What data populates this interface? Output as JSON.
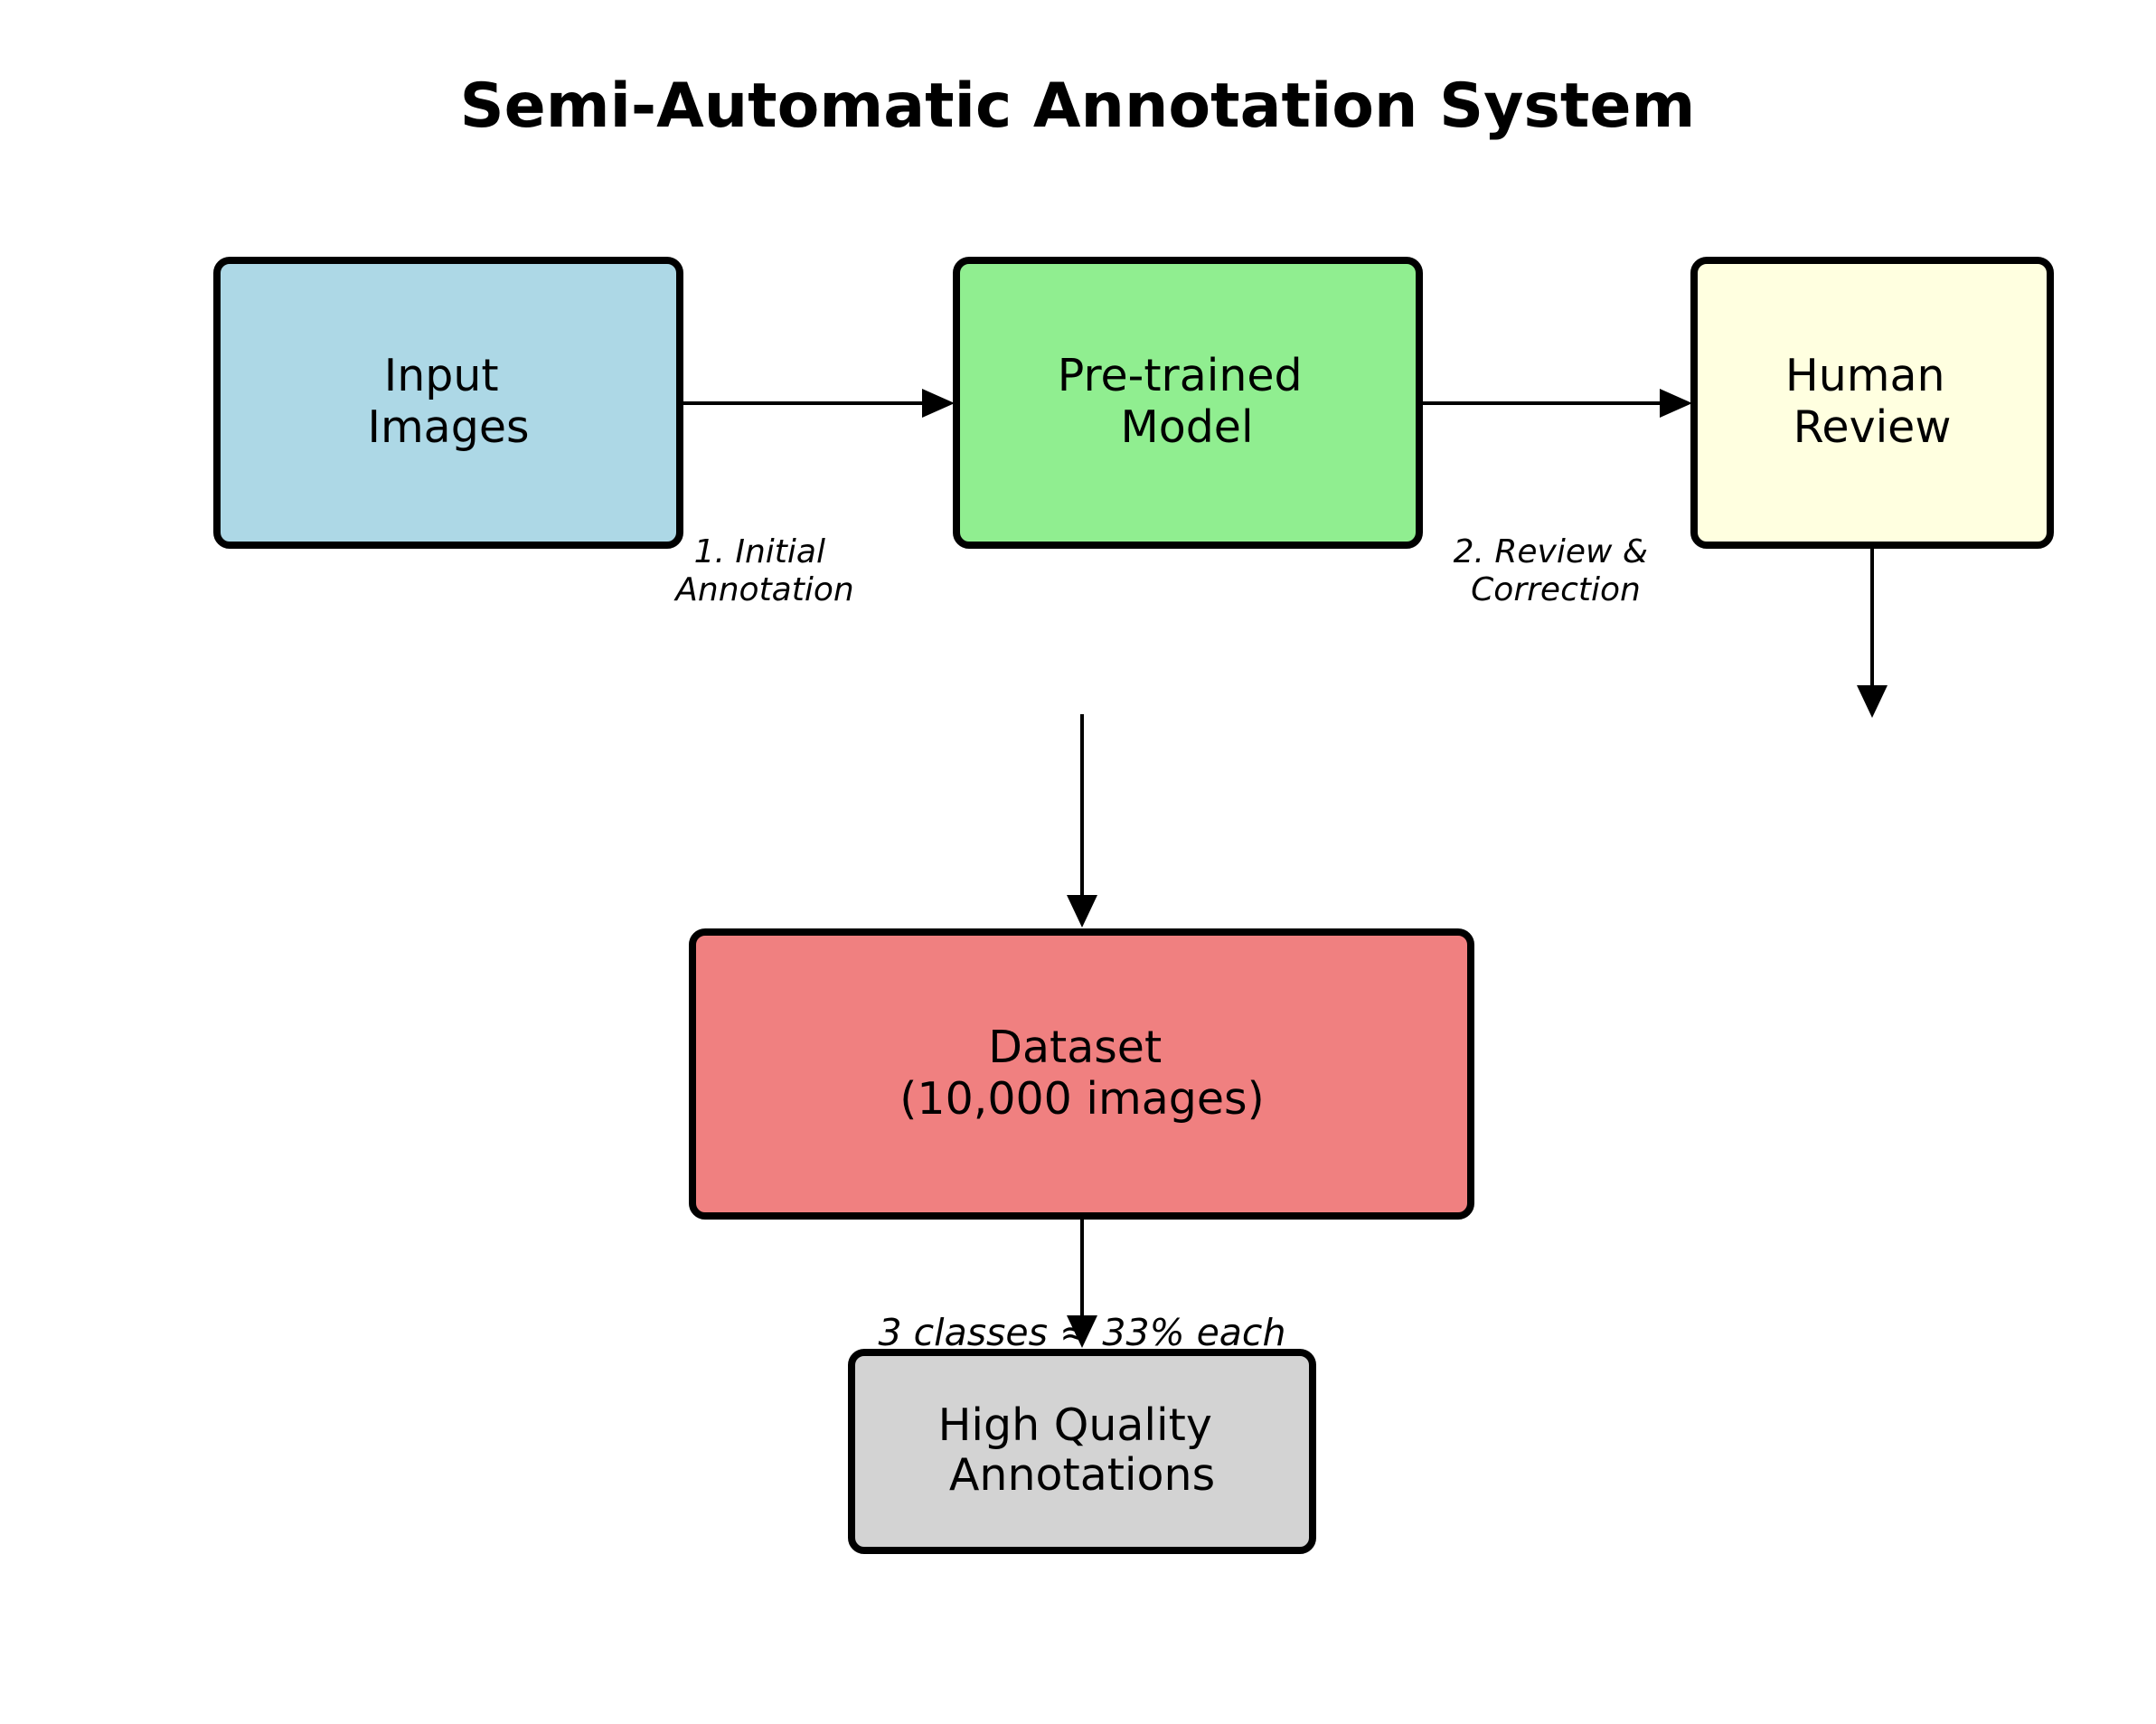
{
  "diagram": {
    "title": "Semi-Automatic Annotation System",
    "nodes": {
      "input": {
        "lines": [
          "Input",
          "Images"
        ],
        "color": "#add8e6"
      },
      "model": {
        "lines": [
          "Pre-trained",
          "Model"
        ],
        "color": "#90ee90"
      },
      "review": {
        "lines": [
          "Human",
          "Review"
        ],
        "color": "#ffffe0"
      },
      "dataset": {
        "lines": [
          "Dataset",
          "(10,000 images)"
        ],
        "color": "#f08080"
      },
      "output": {
        "lines": [
          "High Quality",
          "Annotations"
        ],
        "color": "#d3d3d3"
      }
    },
    "edges": {
      "input_to_model": {
        "lines": [
          "1. Initial",
          "Annotation"
        ]
      },
      "model_to_review": {
        "lines": [
          "2. Review &",
          "Correction"
        ]
      },
      "dataset_to_output": {
        "label": "3 classes ≈ 33% each"
      }
    }
  }
}
